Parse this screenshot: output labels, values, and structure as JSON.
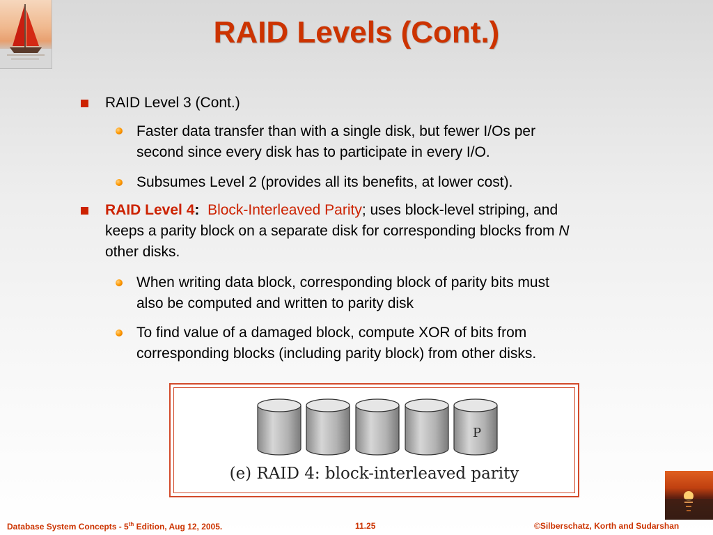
{
  "slide": {
    "title": "RAID Levels (Cont.)"
  },
  "bullets": [
    {
      "text": "RAID Level 3 (Cont.)",
      "subitems": [
        {
          "line1": "Faster data transfer than with a single disk, but fewer I/Os per",
          "line2": "second since every disk has to participate in every I/O."
        },
        {
          "line1": "Subsumes Level 2 (provides all its benefits, at lower cost)."
        }
      ]
    },
    {
      "label": "RAID Level 4",
      "colon": ":",
      "link": "Block-Interleaved Parity",
      "rest1": "; uses block-level striping, and",
      "line2_pre": "keeps a parity block on a separate disk for corresponding blocks from ",
      "line2_n": "N",
      "line3": "other disks.",
      "subitems": [
        {
          "line1": "When writing data block, corresponding block of parity bits must",
          "line2": "also be computed and written to parity disk"
        },
        {
          "line1": "To find value of a damaged block, compute XOR of bits from",
          "line2": "corresponding blocks (including parity block) from other disks."
        }
      ]
    }
  ],
  "figure": {
    "disk_count": 5,
    "parity_label": "P",
    "caption": "(e) RAID 4: block-interleaved parity"
  },
  "footer": {
    "left": "Database System Concepts - 5",
    "left_sup": "th",
    "left_rest": " Edition, Aug 12,  2005.",
    "center": "11.25",
    "right": "©Silberschatz, Korth and Sudarshan"
  },
  "colors": {
    "accent": "#cc3300",
    "bullet_square": "#cc2200",
    "bullet_dot": "#ff9900"
  },
  "icons": {
    "top_left": "sailboat-logo",
    "bottom_right": "sunset-image"
  }
}
